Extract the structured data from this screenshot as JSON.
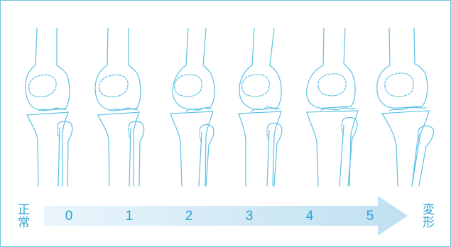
{
  "labels": {
    "normal": "正常",
    "deformity": "変形"
  },
  "stages": [
    "0",
    "1",
    "2",
    "3",
    "4",
    "5"
  ],
  "colors": {
    "line": "#5cc0e4",
    "text": "#29a3cf",
    "arrow_light": "#eaf5fb",
    "arrow_dark": "#bfe0f1",
    "frame": "#6ec3e0"
  }
}
